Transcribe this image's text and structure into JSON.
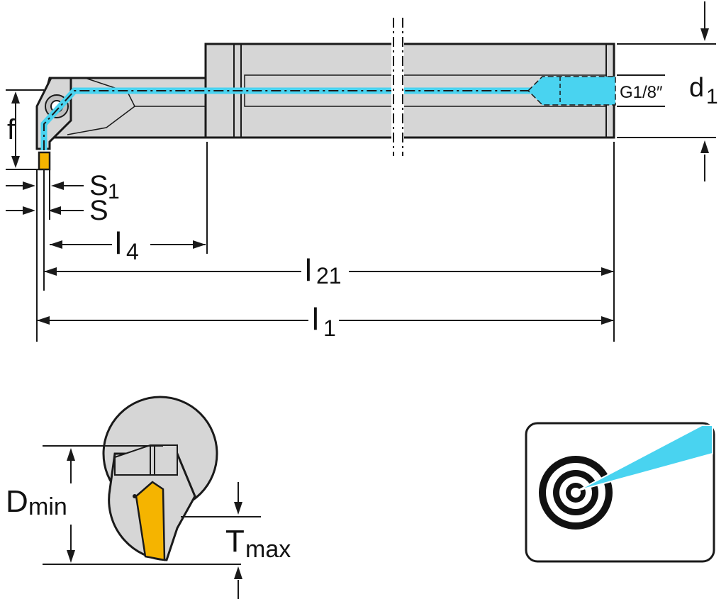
{
  "labels": {
    "f": "f",
    "s1_main": "S",
    "s1_sub": "1",
    "s": "S",
    "l4_main": "l",
    "l4_sub": "4",
    "l21_main": "l",
    "l21_sub": "21",
    "l1_main": "l",
    "l1_sub": "1",
    "d1_main": "d",
    "d1_sub": "1",
    "thread": "G1/8″",
    "dmin_main": "D",
    "dmin_sub": "min",
    "tmax_main": "T",
    "tmax_sub": "max"
  },
  "colors": {
    "body_gray": "#d6d6d6",
    "coolant": "#49d3f0",
    "insert": "#f5b400",
    "outline": "#1a1a1a"
  },
  "icons": [
    "coolant-through-icon"
  ]
}
